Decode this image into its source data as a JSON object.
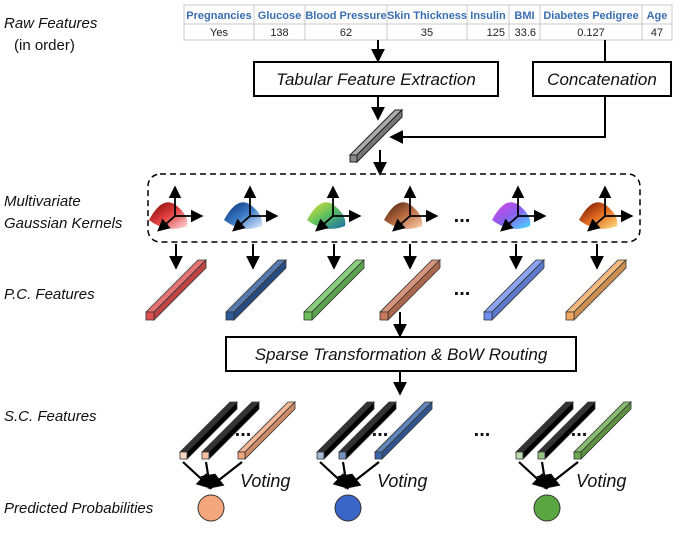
{
  "labels": {
    "raw_features": "Raw Features",
    "in_order": "(in order)",
    "multivariate": "Multivariate",
    "gaussian_kernels": "Gaussian Kernels",
    "pc_features": "P.C. Features",
    "sc_features": "S.C. Features",
    "predicted_probabilities": "Predicted Probabilities"
  },
  "boxes": {
    "tabular_feature_extraction": "Tabular Feature Extraction",
    "concatenation": "Concatenation",
    "sparse_transformation": "Sparse Transformation & BoW Routing"
  },
  "table": {
    "headers": [
      "Pregnancies",
      "Glucose",
      "Blood Pressure",
      "Skin Thickness",
      "Insulin",
      "BMI",
      "Diabetes Pedigree",
      "Age"
    ],
    "values": [
      "Yes",
      "138",
      "62",
      "35",
      "125",
      "33.6",
      "0.127",
      "47"
    ]
  },
  "voting_label": "Voting",
  "ellipsis": "...",
  "colors": {
    "pc_features": [
      "#e05050",
      "#2e5a9a",
      "#6bbf5c",
      "#c97a5a",
      "#6f8ff0",
      "#f0a860"
    ],
    "sc_groups": [
      "#f2a57a",
      "#3a65a8",
      "#6aaa4e"
    ],
    "predicted": [
      "#f4a77c",
      "#3a65c6",
      "#5aa642"
    ]
  }
}
